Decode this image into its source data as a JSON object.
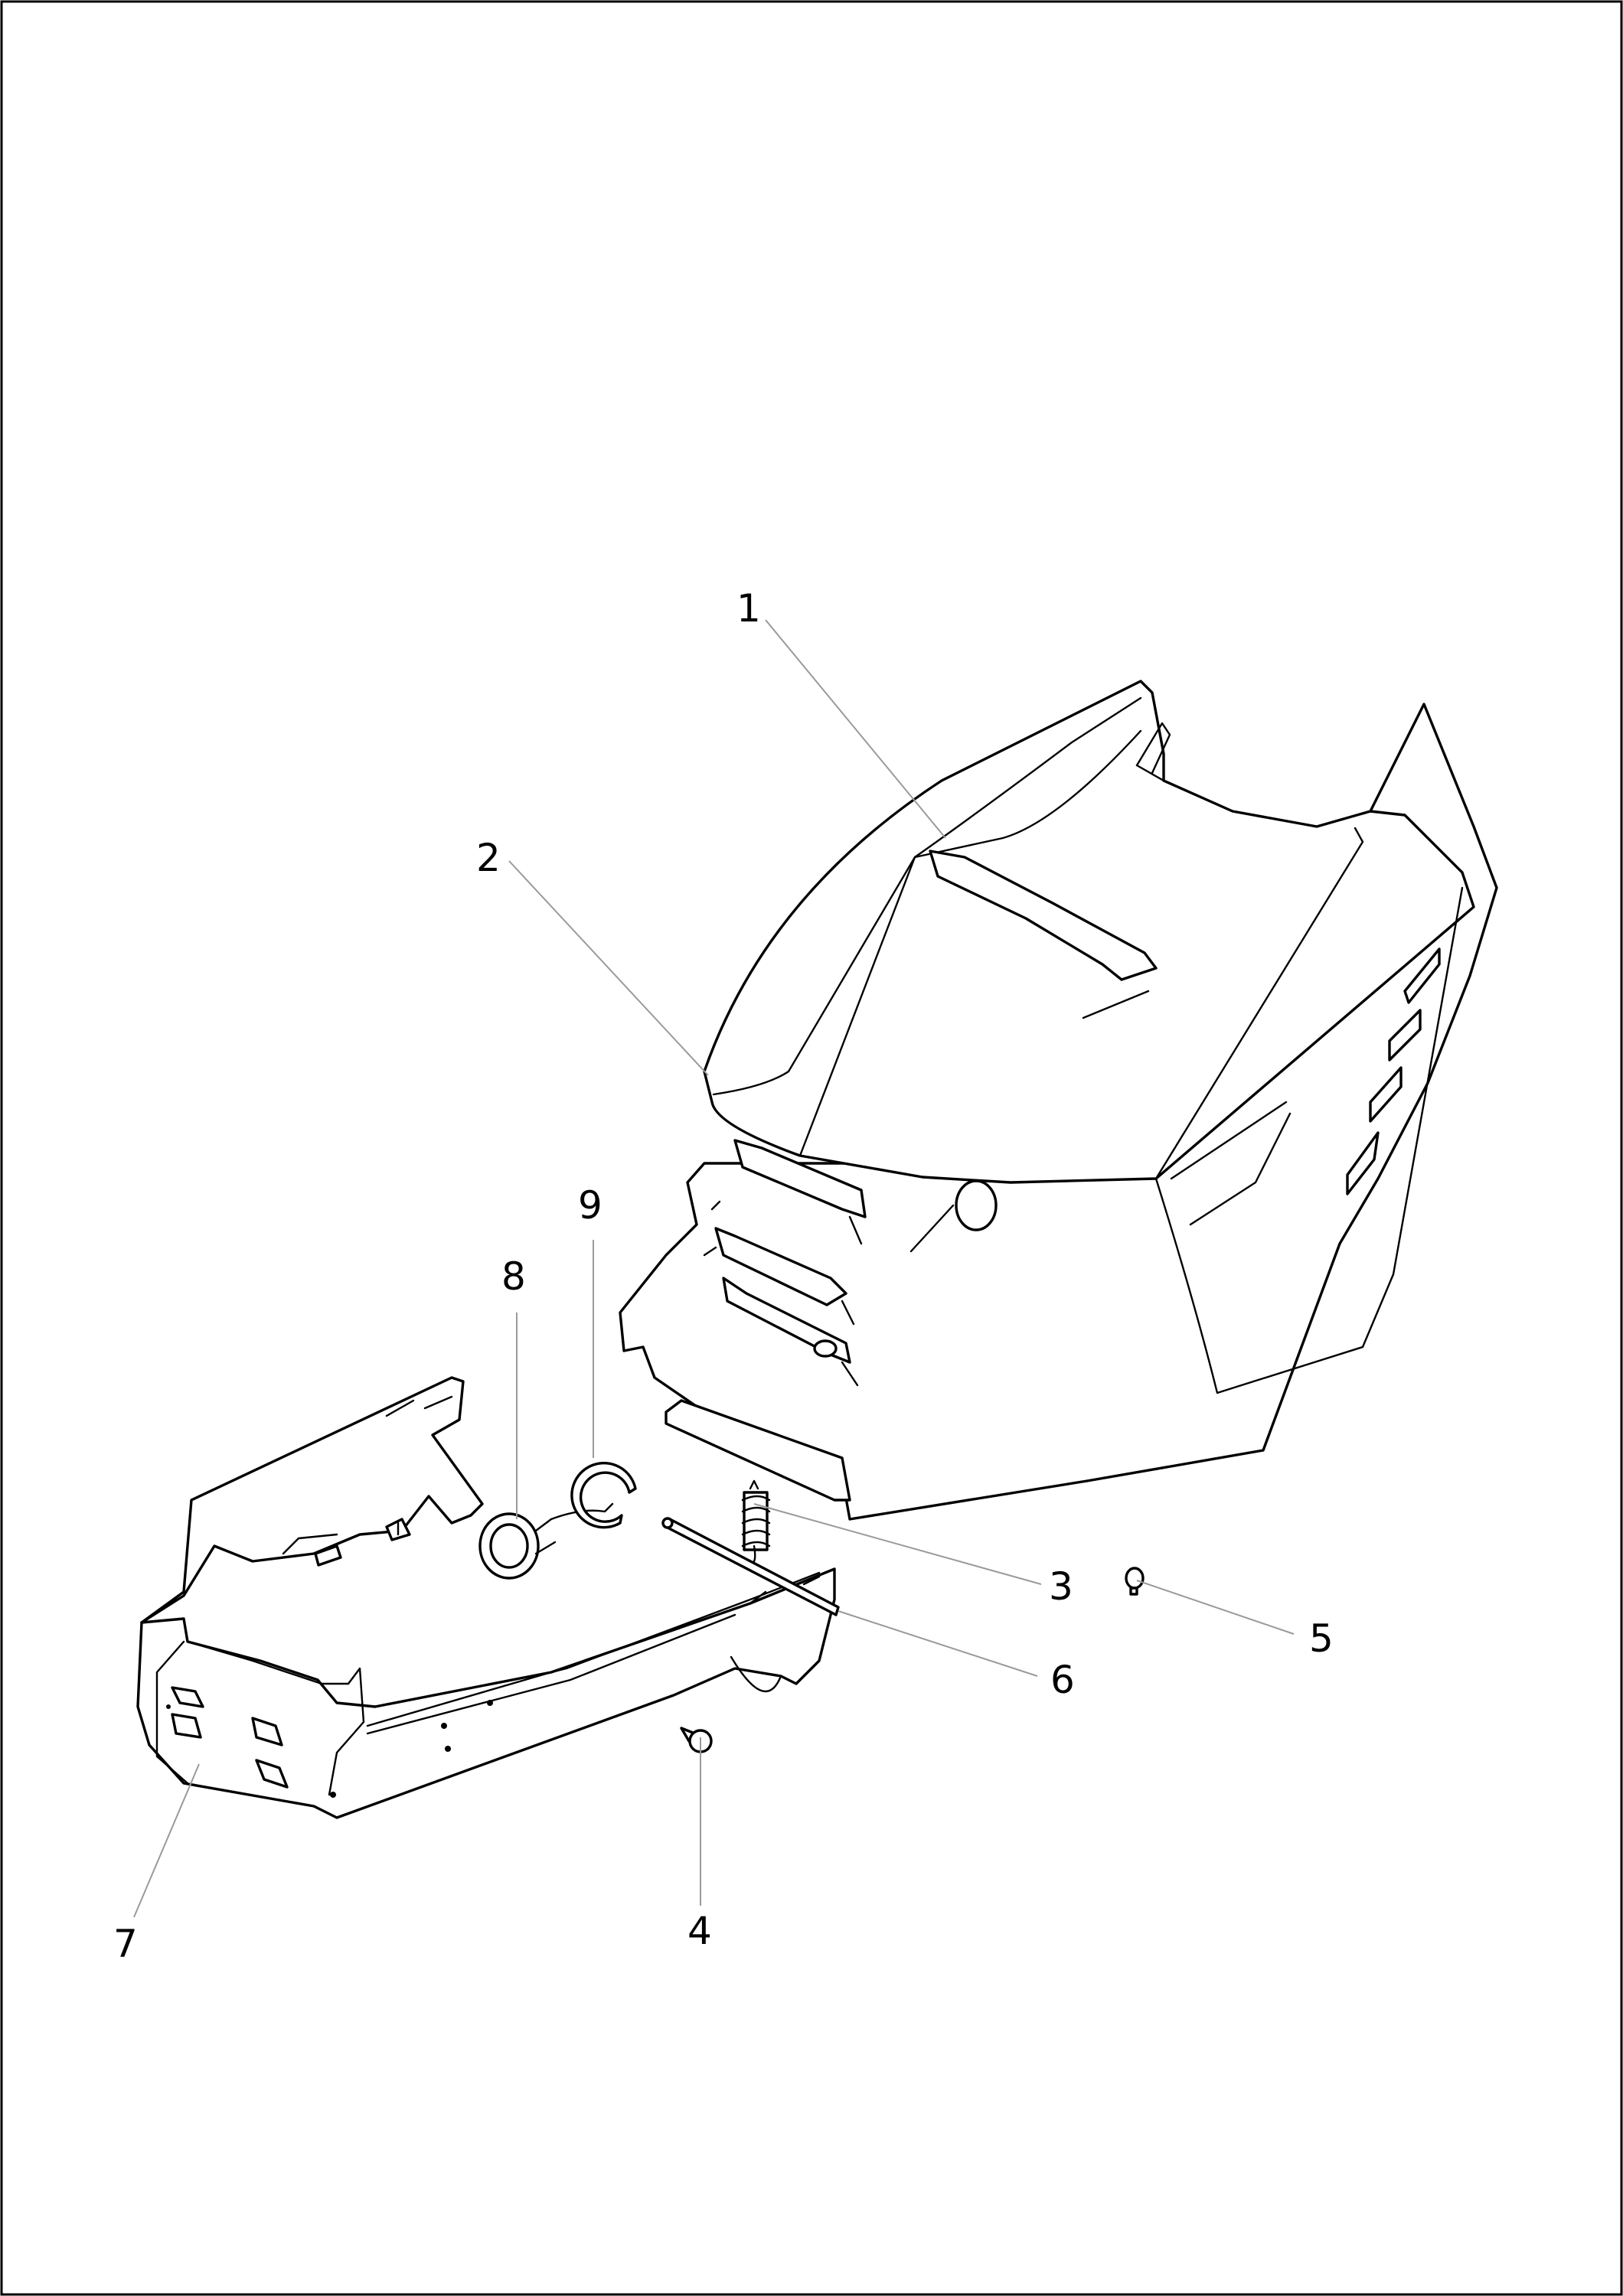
{
  "diagram": {
    "border_color": "#000000",
    "leader_color": "#9a9a9a",
    "callouts": [
      {
        "id": "1",
        "label": "1"
      },
      {
        "id": "2",
        "label": "2"
      },
      {
        "id": "3",
        "label": "3"
      },
      {
        "id": "4",
        "label": "4"
      },
      {
        "id": "5",
        "label": "5"
      },
      {
        "id": "6",
        "label": "6"
      },
      {
        "id": "7",
        "label": "7"
      },
      {
        "id": "8",
        "label": "8"
      },
      {
        "id": "9",
        "label": "9"
      }
    ]
  }
}
